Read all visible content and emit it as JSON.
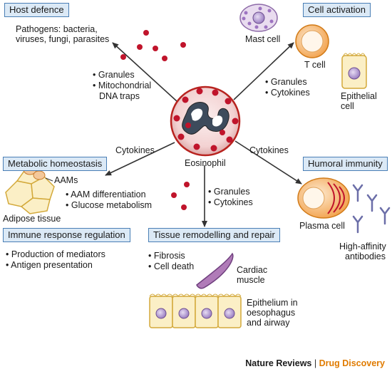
{
  "colors": {
    "box_fill": "#dbe9f6",
    "box_border": "#4a7fb5",
    "granule": "#c0142b",
    "footer_accent": "#e07b00"
  },
  "center": {
    "label": "Eosinophil"
  },
  "sections": {
    "host_defence": {
      "title": "Host defence",
      "detail_lines": [
        "Pathogens: bacteria,",
        "viruses, fungi, parasites"
      ],
      "mediators": [
        "Granules",
        "Mitochondrial",
        "DNA traps"
      ]
    },
    "cell_activation": {
      "title": "Cell activation",
      "cells": {
        "mast": "Mast cell",
        "t": "T cell",
        "epithelial_lines": [
          "Epithelial",
          "cell"
        ]
      },
      "mediators": [
        "Granules",
        "Cytokines"
      ]
    },
    "metabolic": {
      "title": "Metabolic homeostasis",
      "connector": "Cytokines",
      "aams_label": "AAMs",
      "tissue_label": "Adipose tissue",
      "bullets": [
        "AAM differentiation",
        "Glucose metabolism"
      ]
    },
    "humoral": {
      "title": "Humoral immunity",
      "connector": "Cytokines",
      "plasma_label": "Plasma cell",
      "antibody_lines": [
        "High-affinity",
        "antibodies"
      ]
    },
    "immune_regulation": {
      "title": "Immune response regulation",
      "bullets": [
        "Production of mediators",
        "Antigen presentation"
      ]
    },
    "tissue": {
      "title": "Tissue remodelling and repair",
      "mediators": [
        "Granules",
        "Cytokines"
      ],
      "bullets": [
        "Fibrosis",
        "Cell death"
      ],
      "cardiac_lines": [
        "Cardiac",
        "muscle"
      ],
      "epithelium_lines": [
        "Epithelium in",
        "oesophagus",
        "and airway"
      ]
    }
  },
  "footer": {
    "brand": "Nature Reviews",
    "separator": "|",
    "journal": "Drug Discovery"
  }
}
